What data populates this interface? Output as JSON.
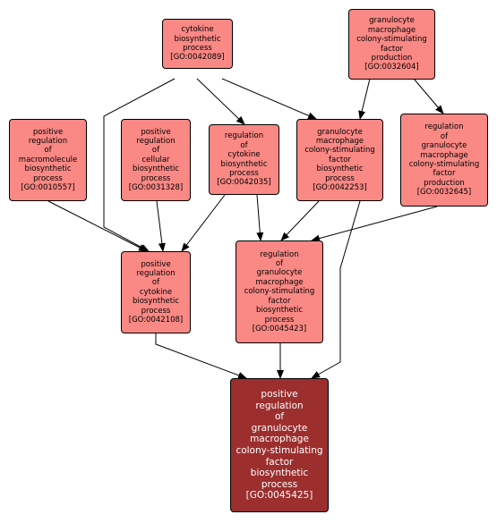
{
  "colors": {
    "node_fill": "#FA8884",
    "target_fill": "#9C2E2E",
    "target_text": "#FFFFFF",
    "border": "#000000",
    "edge": "#000000"
  },
  "nodes": [
    {
      "id": "GO:0042089",
      "lines": [
        "cytokine",
        "biosynthetic",
        "process",
        "[GO:0042089]"
      ]
    },
    {
      "id": "GO:0032604",
      "lines": [
        "granulocyte",
        "macrophage",
        "colony-stimulating",
        "factor",
        "production",
        "[GO:0032604]"
      ]
    },
    {
      "id": "GO:0010557",
      "lines": [
        "positive",
        "regulation",
        "of",
        "macromolecule",
        "biosynthetic",
        "process",
        "[GO:0010557]"
      ]
    },
    {
      "id": "GO:0031328",
      "lines": [
        "positive",
        "regulation",
        "of",
        "cellular",
        "biosynthetic",
        "process",
        "[GO:0031328]"
      ]
    },
    {
      "id": "GO:0042035",
      "lines": [
        "regulation",
        "of",
        "cytokine",
        "biosynthetic",
        "process",
        "[GO:0042035]"
      ]
    },
    {
      "id": "GO:0042253",
      "lines": [
        "granulocyte",
        "macrophage",
        "colony-stimulating",
        "factor",
        "biosynthetic",
        "process",
        "[GO:0042253]"
      ]
    },
    {
      "id": "GO:0032645",
      "lines": [
        "regulation",
        "of",
        "granulocyte",
        "macrophage",
        "colony-stimulating",
        "factor",
        "production",
        "[GO:0032645]"
      ]
    },
    {
      "id": "GO:0042108",
      "lines": [
        "positive",
        "regulation",
        "of",
        "cytokine",
        "biosynthetic",
        "process",
        "[GO:0042108]"
      ]
    },
    {
      "id": "GO:0045423",
      "lines": [
        "regulation",
        "of",
        "granulocyte",
        "macrophage",
        "colony-stimulating",
        "factor",
        "biosynthetic",
        "process",
        "[GO:0045423]"
      ]
    },
    {
      "id": "GO:0045425",
      "target": true,
      "lines": [
        "positive",
        "regulation",
        "of",
        "granulocyte",
        "macrophage",
        "colony-stimulating",
        "factor",
        "biosynthetic",
        "process",
        "[GO:0045425]"
      ]
    }
  ],
  "edges": [
    {
      "from": "GO:0042089",
      "to": "GO:0042108"
    },
    {
      "from": "GO:0042089",
      "to": "GO:0042035"
    },
    {
      "from": "GO:0042089",
      "to": "GO:0042253"
    },
    {
      "from": "GO:0032604",
      "to": "GO:0042253"
    },
    {
      "from": "GO:0032604",
      "to": "GO:0032645"
    },
    {
      "from": "GO:0010557",
      "to": "GO:0042108"
    },
    {
      "from": "GO:0031328",
      "to": "GO:0042108"
    },
    {
      "from": "GO:0042035",
      "to": "GO:0042108"
    },
    {
      "from": "GO:0042035",
      "to": "GO:0045423"
    },
    {
      "from": "GO:0042253",
      "to": "GO:0045423"
    },
    {
      "from": "GO:0042253",
      "to": "GO:0045425"
    },
    {
      "from": "GO:0032645",
      "to": "GO:0045423"
    },
    {
      "from": "GO:0042108",
      "to": "GO:0045425"
    },
    {
      "from": "GO:0045423",
      "to": "GO:0045425"
    }
  ]
}
